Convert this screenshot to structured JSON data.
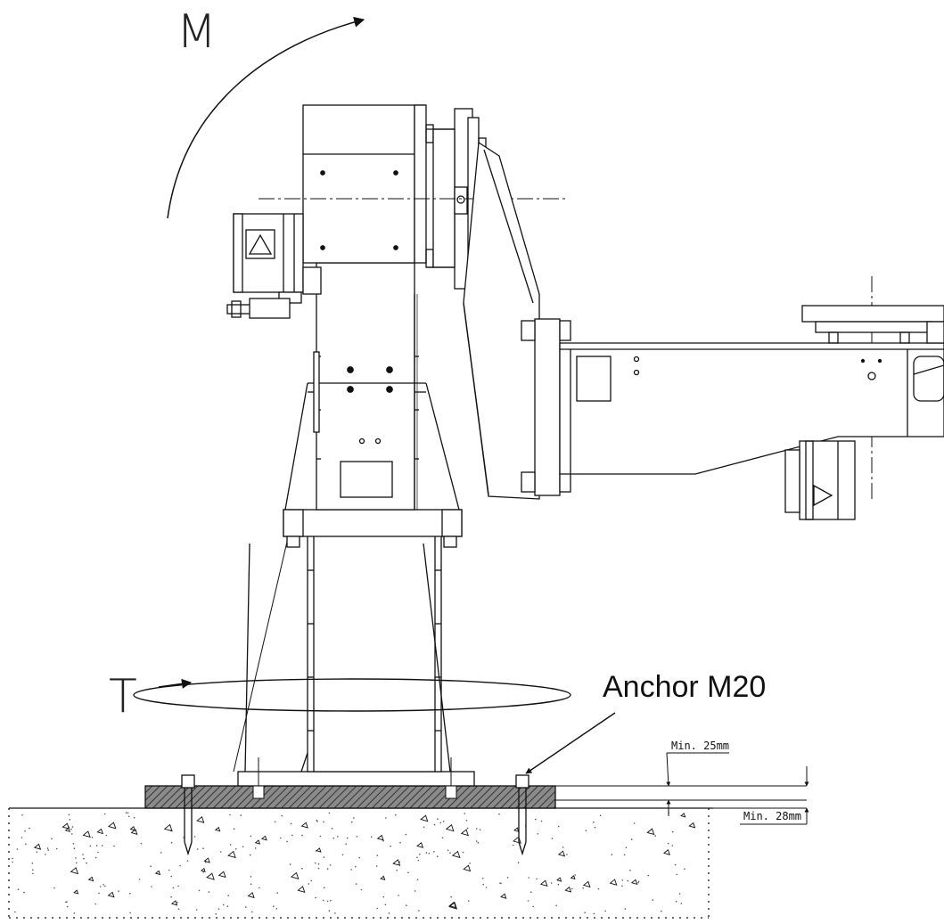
{
  "labels": {
    "moment": "M",
    "torque": "T",
    "anchor": "Anchor M20",
    "dim_top": "Min. 25mm",
    "dim_bottom": "Min. 28mm"
  },
  "colors": {
    "line": "#111111",
    "hatch_fill": "#7a7a7a",
    "concrete_dot": "#555555"
  }
}
